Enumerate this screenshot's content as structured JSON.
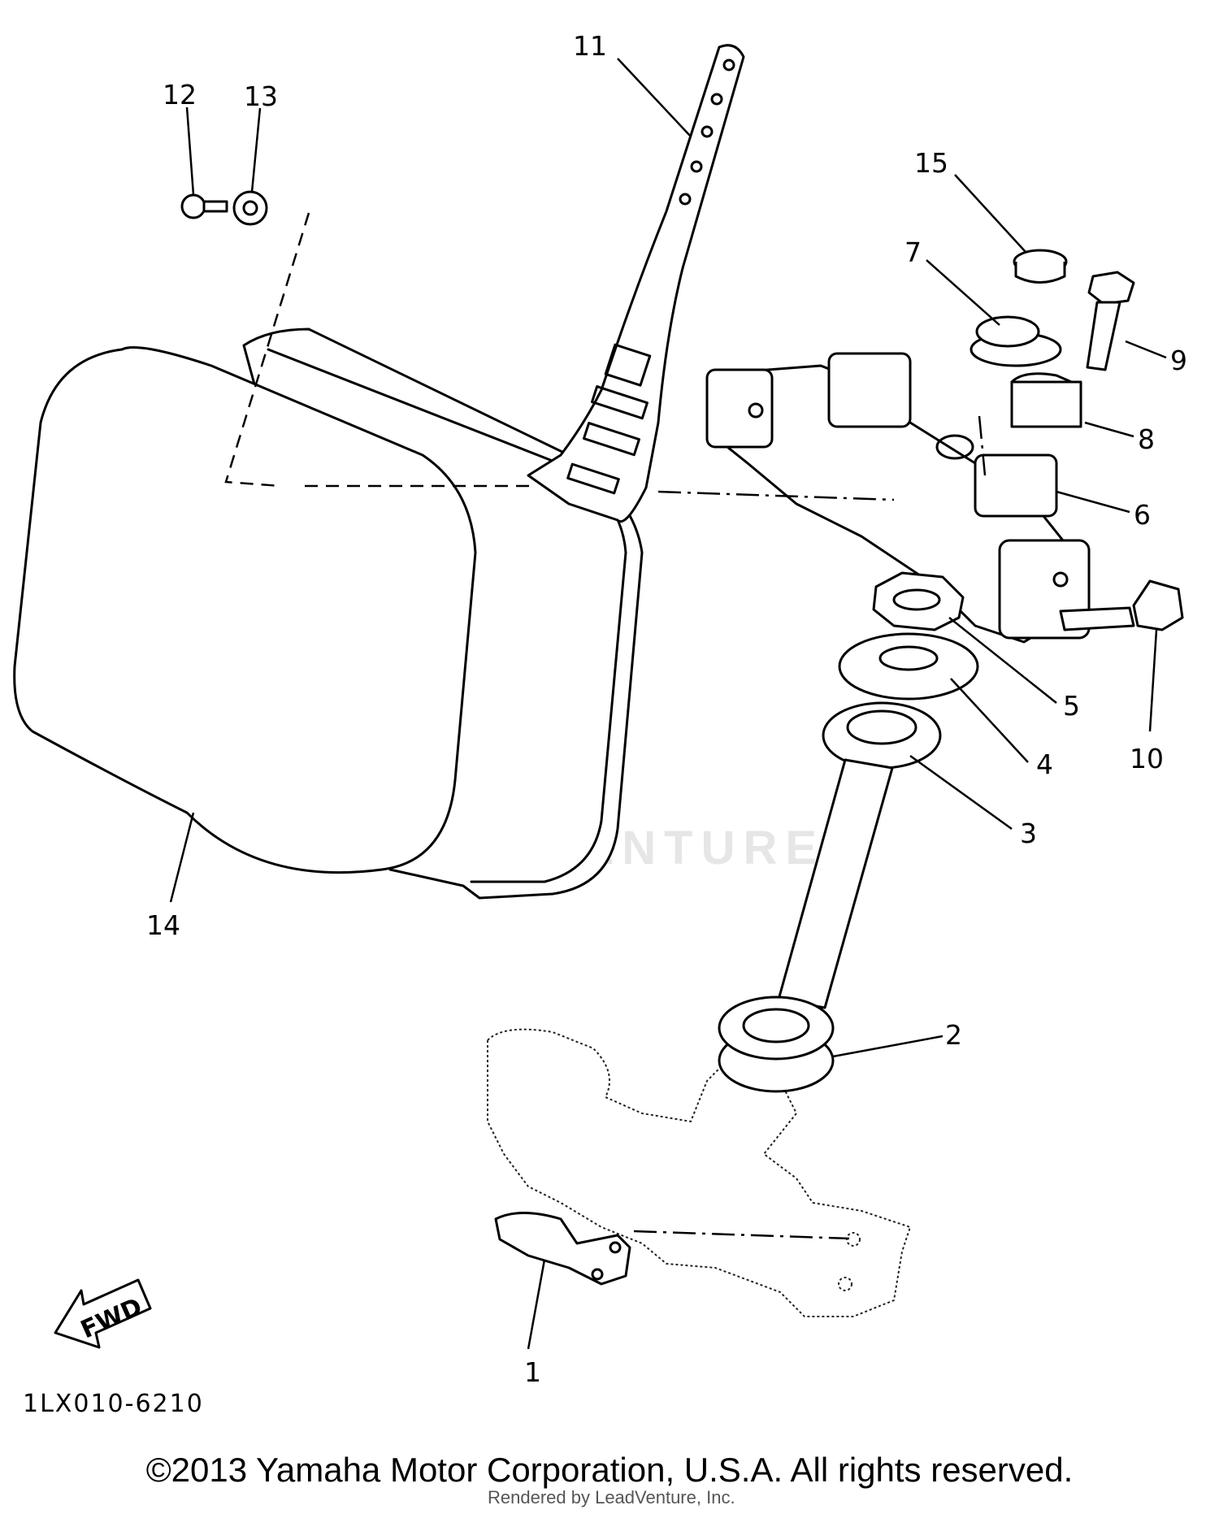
{
  "callouts": [
    "1",
    "2",
    "3",
    "4",
    "5",
    "6",
    "7",
    "8",
    "9",
    "10",
    "11",
    "12",
    "13",
    "14",
    "15"
  ],
  "fwd_label": "FWD",
  "diagram_code": "1LX010-6210",
  "copyright": "©2013 Yamaha Motor Corporation, U.S.A. All rights reserved.",
  "rendered_by": "Rendered by LeadVenture, Inc.",
  "watermark": "LEADVENTURE"
}
